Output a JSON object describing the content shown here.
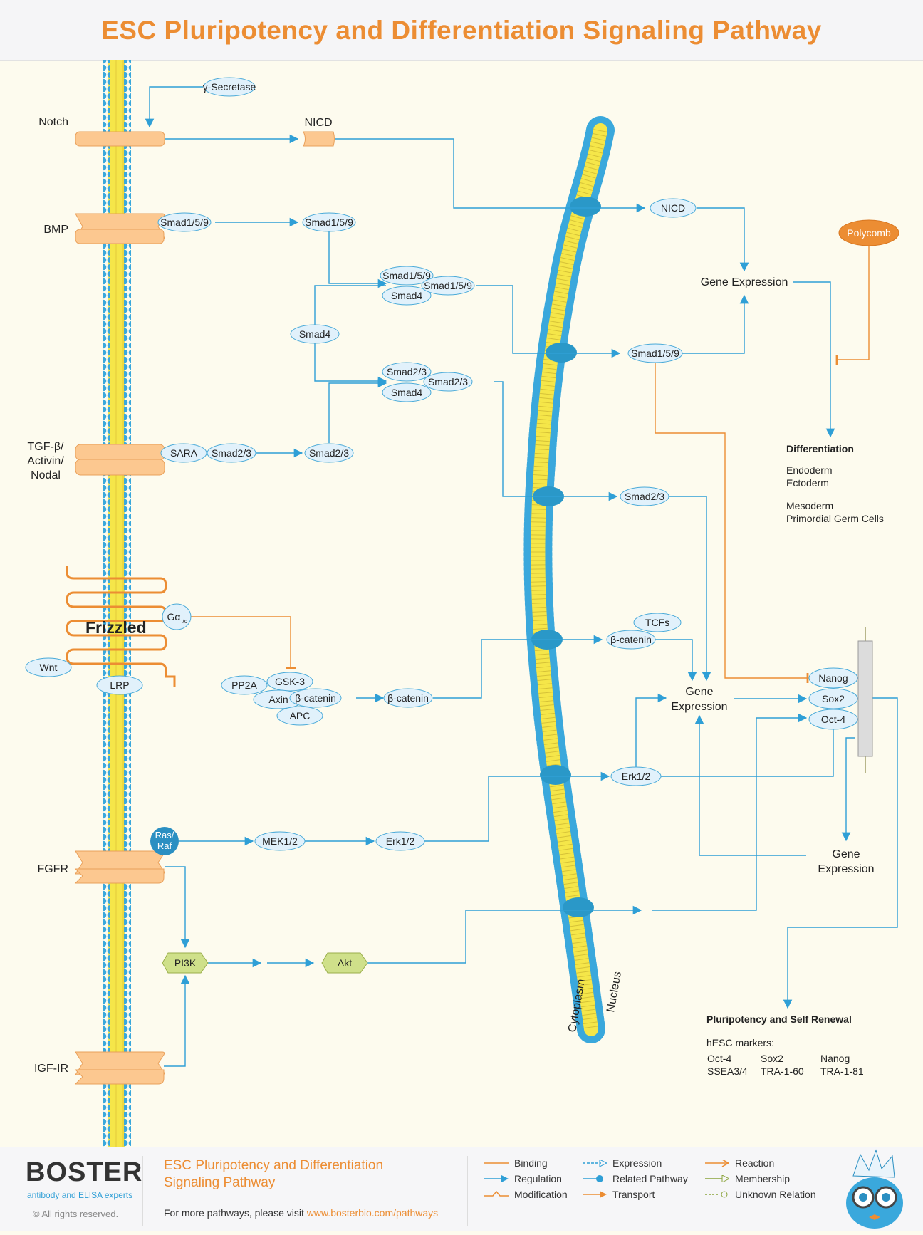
{
  "title": "ESC Pluripotency and Differentiation Signaling Pathway",
  "labels": {
    "notch": "Notch",
    "bmp": "BMP",
    "tgf1": "TGF-β/",
    "tgf2": "Activin/",
    "tgf3": "Nodal",
    "frizzled": "Frizzled",
    "fgfr": "FGFR",
    "igf": "IGF-IR",
    "cytoplasm": "Cytoplasm",
    "nucleus": "Nucleus",
    "gene_expression": "Gene Expression",
    "gene": "Gene",
    "expression": "Expression"
  },
  "nodes": {
    "gamma_secretase": "γ-Secretase",
    "nicd_mem": "NICD",
    "nicd_nuc": "NICD",
    "smad159_mem": "Smad1/5/9",
    "smad159_cyto": "Smad1/5/9",
    "smad159_c1": "Smad1/5/9",
    "smad159_c2": "Smad1/5/9",
    "smad4_c1": "Smad4",
    "smad4_free": "Smad4",
    "smad23_c1": "Smad2/3",
    "smad23_c2": "Smad2/3",
    "smad4_c2": "Smad4",
    "sara": "SARA",
    "smad23_mem": "Smad2/3",
    "smad23_cyto": "Smad2/3",
    "smad159_nuc": "Smad1/5/9",
    "smad23_nuc": "Smad2/3",
    "polycomb": "Polycomb",
    "wnt": "Wnt",
    "lrp": "LRP",
    "galpha": "Gα",
    "pp2a": "PP2A",
    "gsk3": "GSK-3",
    "axin": "Axin",
    "bcat_complex": "β-catenin",
    "apc": "APC",
    "bcat_cyto": "β-catenin",
    "tcfs": "TCFs",
    "bcat_nuc": "β-catenin",
    "nanog": "Nanog",
    "sox2": "Sox2",
    "oct4": "Oct-4",
    "rasraf1": "Ras/",
    "rasraf2": "Raf",
    "mek": "MEK1/2",
    "erk_cyto": "Erk1/2",
    "erk_nuc": "Erk1/2",
    "pi3k": "PI3K",
    "akt": "Akt"
  },
  "differentiation": {
    "title": "Differentiation",
    "items": [
      "Endoderm",
      "Ectoderm",
      "Mesoderm",
      "Primordial Germ Cells"
    ]
  },
  "pluripotency": {
    "title": "Pluripotency and Self Renewal",
    "subtitle": "hESC markers:",
    "markers": [
      "Oct-4",
      "Sox2",
      "Nanog",
      "SSEA3/4",
      "TRA-1-60",
      "TRA-1-81"
    ]
  },
  "footer": {
    "brand": "BOSTER",
    "tagline": "antibody and ELISA experts",
    "copyright": "© All rights reserved.",
    "title_line1": "ESC Pluripotency and Differentiation",
    "title_line2": "Signaling Pathway",
    "visit_text": "For more pathways, please visit ",
    "visit_link": "www.bosterbio.com/pathways",
    "legend": [
      "Binding",
      "Regulation",
      "Modification",
      "Expression",
      "Related Pathway",
      "Transport",
      "Reaction",
      "Membership",
      "Unknown Relation"
    ]
  },
  "colors": {
    "title": "#ec8d33",
    "arrow_blue": "#2f9fd6",
    "arrow_orange": "#ec8d33",
    "node_fill": "#e1f1fb",
    "node_stroke": "#4aaad8",
    "receptor": "#fcc890",
    "receptor_stroke": "#e9a05a",
    "membrane_head": "#3aa8dc",
    "membrane_tail": "#f7e84a",
    "kinase": "#cfe08a",
    "polycomb": "#ec8d33"
  }
}
